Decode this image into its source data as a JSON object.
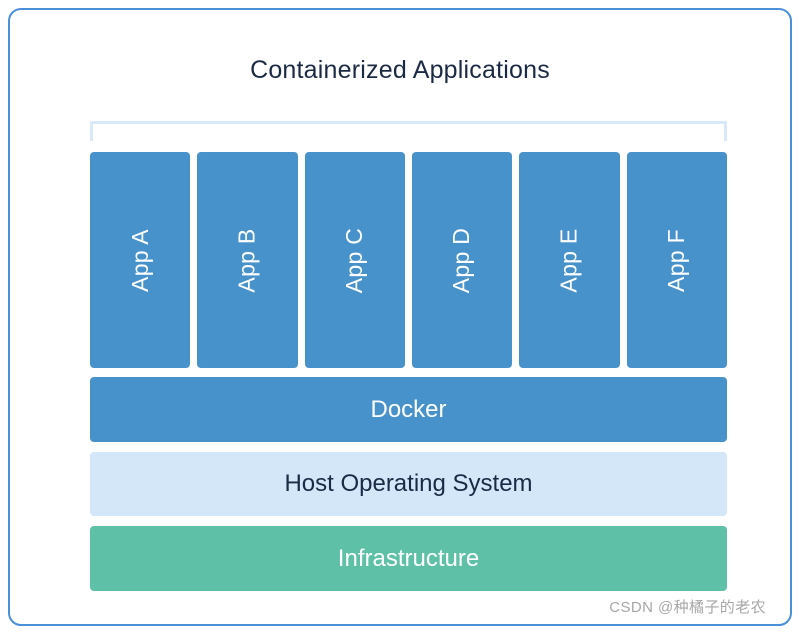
{
  "diagram": {
    "title": "Containerized Applications",
    "apps": [
      {
        "label": "App A"
      },
      {
        "label": "App B"
      },
      {
        "label": "App C"
      },
      {
        "label": "App D"
      },
      {
        "label": "App E"
      },
      {
        "label": "App F"
      }
    ],
    "layers": [
      {
        "label": "Docker"
      },
      {
        "label": "Host Operating System"
      },
      {
        "label": "Infrastructure"
      }
    ],
    "colors": {
      "card_border": "#4a90d9",
      "app_box": "#4892cc",
      "bracket": "#d8e9f9",
      "docker": "#4892cc",
      "host_os": "#d3e7f8",
      "infrastructure": "#5fc0a8",
      "title_text": "#1b2a44",
      "watermark_text": "#a6a6a6"
    }
  },
  "watermark": {
    "text": "CSDN @种橘子的老农"
  }
}
